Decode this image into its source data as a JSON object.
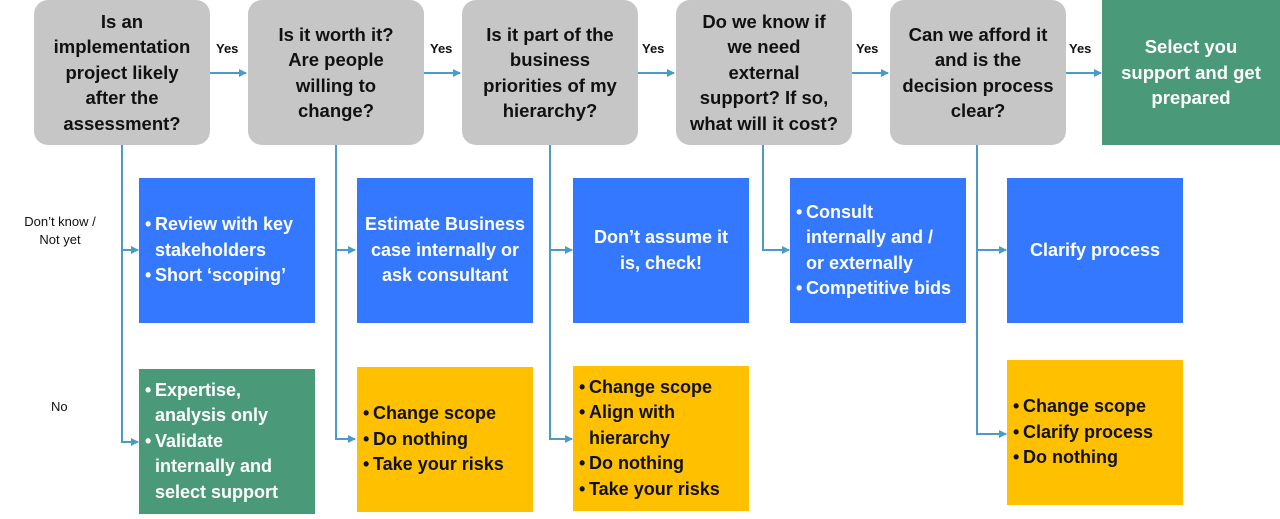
{
  "colors": {
    "question": "#c6c6c6",
    "action_blue": "#3478ff",
    "action_green": "#4a9a7a",
    "action_yellow": "#ffc000",
    "connector": "#4a9bc7"
  },
  "questions": [
    "Is an\nimplementation\nproject likely\nafter the\nassessment?",
    "Is it worth it?\nAre people\nwilling to\nchange?",
    "Is it part of the\nbusiness\npriorities of my\nhierarchy?",
    "Do we know if\nwe need\nexternal\nsupport? If so,\nwhat will it cost?",
    "Can we afford it\nand is the\ndecision process\nclear?"
  ],
  "final": "Select you\nsupport and get\nprepared",
  "yes_label": "Yes",
  "row_labels": {
    "dont_know": "Don’t know /\nNot yet",
    "no": "No"
  },
  "blue_boxes": [
    {
      "items": [
        "Review with key\nstakeholders",
        "Short ‘scoping’"
      ]
    },
    {
      "text": "Estimate Business\ncase internally or\nask consultant"
    },
    {
      "text": "Don’t assume it\nis, check!"
    },
    {
      "items": [
        "Consult\ninternally and /\nor externally",
        "Competitive bids"
      ]
    },
    {
      "text": "Clarify process"
    }
  ],
  "no_boxes": [
    {
      "items": [
        "Expertise,\nanalysis only",
        "Validate\ninternally and\nselect support"
      ]
    },
    {
      "items": [
        "Change scope",
        "Do nothing",
        "Take your risks"
      ]
    },
    {
      "items": [
        "Change scope",
        "Align with\nhierarchy",
        "Do nothing",
        "Take your risks"
      ]
    },
    {
      "items": [
        "Change scope",
        "Clarify process",
        "Do nothing"
      ]
    }
  ]
}
